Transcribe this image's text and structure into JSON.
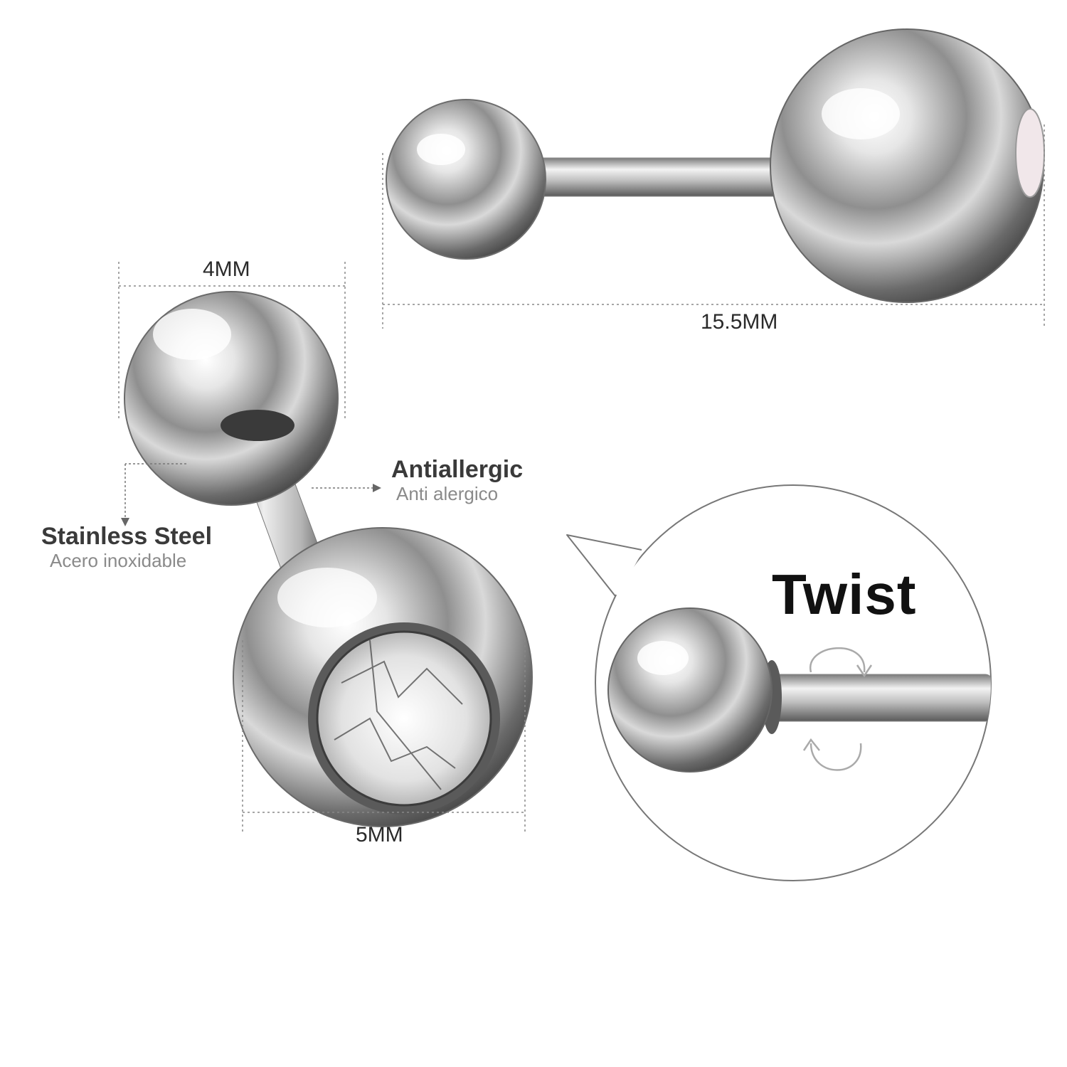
{
  "dimensions": {
    "length_label": "15.5MM",
    "small_ball_label": "4MM",
    "large_ball_label": "5MM"
  },
  "features": {
    "steel": {
      "title": "Stainless Steel",
      "subtitle": "Acero inoxidable"
    },
    "allergy": {
      "title": "Antiallergic",
      "subtitle": "Anti alergico"
    }
  },
  "callout": {
    "title": "Twist"
  },
  "colors": {
    "metal_light": "#f2f2f2",
    "metal_mid": "#b8b8b8",
    "metal_dark": "#5e5e5e",
    "guide_line": "#888888",
    "text_dark": "#111111",
    "text_grey": "#8a8a8a"
  }
}
